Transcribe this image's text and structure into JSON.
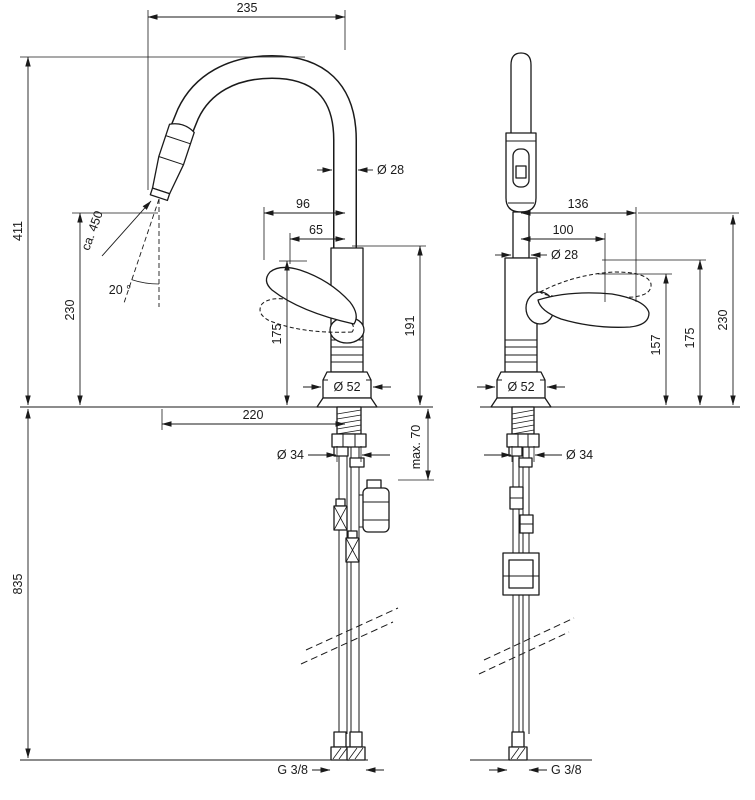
{
  "left": {
    "w235": "235",
    "h411": "411",
    "h230": "230",
    "h835": "835",
    "hose": "ca. 450",
    "angle": "20 °",
    "w96": "96",
    "w65": "65",
    "dia28": "Ø 28",
    "h175": "175",
    "h191": "191",
    "dia52": "Ø 52",
    "w220": "220",
    "dia34": "Ø 34",
    "max70": "max. 70",
    "thread": "G 3/8"
  },
  "right": {
    "w136": "136",
    "w100": "100",
    "dia28": "Ø 28",
    "h230": "230",
    "h175": "175",
    "h157": "157",
    "dia52": "Ø 52",
    "dia34": "Ø 34",
    "thread": "G 3/8"
  },
  "colors": {
    "ink": "#1a1a1a",
    "paper": "#ffffff"
  }
}
